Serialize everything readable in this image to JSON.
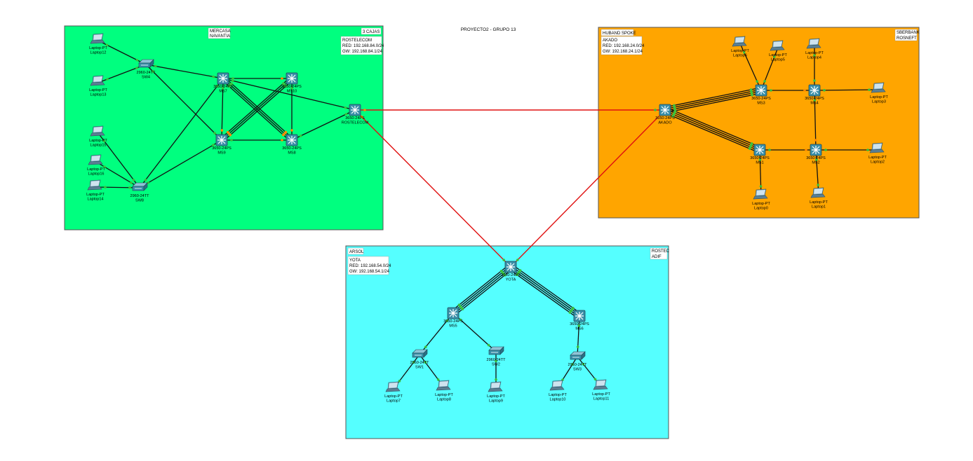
{
  "title": "PROYECTO2 - GRUPO 13",
  "colors": {
    "zone_green": "#00ff7f",
    "zone_orange": "#ffa500",
    "zone_cyan": "#55ffff",
    "wan_link": "#e01010",
    "lan_link": "#111111",
    "port_up": "#39c23c",
    "port_pending": "#ff8a00",
    "switch_body": "#3a8fa8",
    "laptop_body": "#7aa8bf"
  },
  "zones": {
    "green": {
      "note_left": [
        "MERCASA",
        "NAVANTIA"
      ],
      "note_right": [
        "3 CAJAS"
      ],
      "info": [
        "ROSTELECOM",
        "RED: 192.168.84.0/24",
        "GW: 192.168.84.1/24"
      ]
    },
    "orange": {
      "note_left": [
        "HUBAND SPOKE"
      ],
      "note_right": [
        "SBERBANK",
        "ROSNEFT"
      ],
      "info": [
        "AKADO",
        "RED: 192.168.24.0/24",
        "GW: 192.168.24.1/24"
      ]
    },
    "cyan": {
      "note_left": [
        "ARSOL"
      ],
      "note_right": [
        "ROSTEC",
        "ADIF"
      ],
      "info": [
        "YOTA",
        "RED: 192.168.54.0/24",
        "GW: 192.168.54.1/24"
      ]
    }
  },
  "devices": {
    "laptop12": {
      "model": "Laptop-PT",
      "name": "Laptop12"
    },
    "laptop13": {
      "model": "Laptop-PT",
      "name": "Laptop13"
    },
    "laptop15": {
      "model": "Laptop-PT",
      "name": "Laptop15"
    },
    "laptop16": {
      "model": "Laptop-PT",
      "name": "Laptop16"
    },
    "laptop14": {
      "model": "Laptop-PT",
      "name": "Laptop14"
    },
    "sw4": {
      "model": "2960-24TT",
      "name": "SW4"
    },
    "sw8": {
      "model": "2960-24TT",
      "name": "SW8"
    },
    "ms7": {
      "model": "3650-24PS",
      "name": "MS7"
    },
    "ms10": {
      "model": "3650-24PS",
      "name": "MS10"
    },
    "ms9": {
      "model": "3650-24PS",
      "name": "MS9"
    },
    "ms8": {
      "model": "3650-24PS",
      "name": "MS8"
    },
    "rostelecom": {
      "model": "3650-24PS",
      "name": "ROSTELECOM"
    },
    "akado": {
      "model": "3650-24PS",
      "name": "AKADO"
    },
    "ms3": {
      "model": "3650-24PS",
      "name": "MS3"
    },
    "ms4": {
      "model": "3650-24PS",
      "name": "MS4"
    },
    "ms1": {
      "model": "3650-24PS",
      "name": "MS1"
    },
    "ms2": {
      "model": "3650-24PS",
      "name": "MS2"
    },
    "laptop6": {
      "model": "Laptop-PT",
      "name": "Laptop6"
    },
    "laptop5": {
      "model": "Laptop-PT",
      "name": "Laptop5"
    },
    "laptop4": {
      "model": "Laptop-PT",
      "name": "Laptop4"
    },
    "laptop3": {
      "model": "Laptop-PT",
      "name": "Laptop3"
    },
    "laptop2": {
      "model": "Laptop-PT",
      "name": "Laptop2"
    },
    "laptop0": {
      "model": "Laptop-PT",
      "name": "Laptop0"
    },
    "laptop1": {
      "model": "Laptop-PT",
      "name": "Laptop1"
    },
    "yota": {
      "model": "3650-24PS",
      "name": "YOTA"
    },
    "ms5": {
      "model": "3650-24PS",
      "name": "MS5"
    },
    "ms6": {
      "model": "3650-24PS",
      "name": "MS6"
    },
    "sw1": {
      "model": "2960-24TT",
      "name": "SW1"
    },
    "sw2": {
      "model": "2960-24TT",
      "name": "SW2"
    },
    "sw3": {
      "model": "2960-24TT",
      "name": "SW3"
    },
    "laptop7": {
      "model": "Laptop-PT",
      "name": "Laptop7"
    },
    "laptop8": {
      "model": "Laptop-PT",
      "name": "Laptop8"
    },
    "laptop9": {
      "model": "Laptop-PT",
      "name": "Laptop9"
    },
    "laptop10": {
      "model": "Laptop-PT",
      "name": "Laptop10"
    },
    "laptop11": {
      "model": "Laptop-PT",
      "name": "Laptop11"
    }
  }
}
